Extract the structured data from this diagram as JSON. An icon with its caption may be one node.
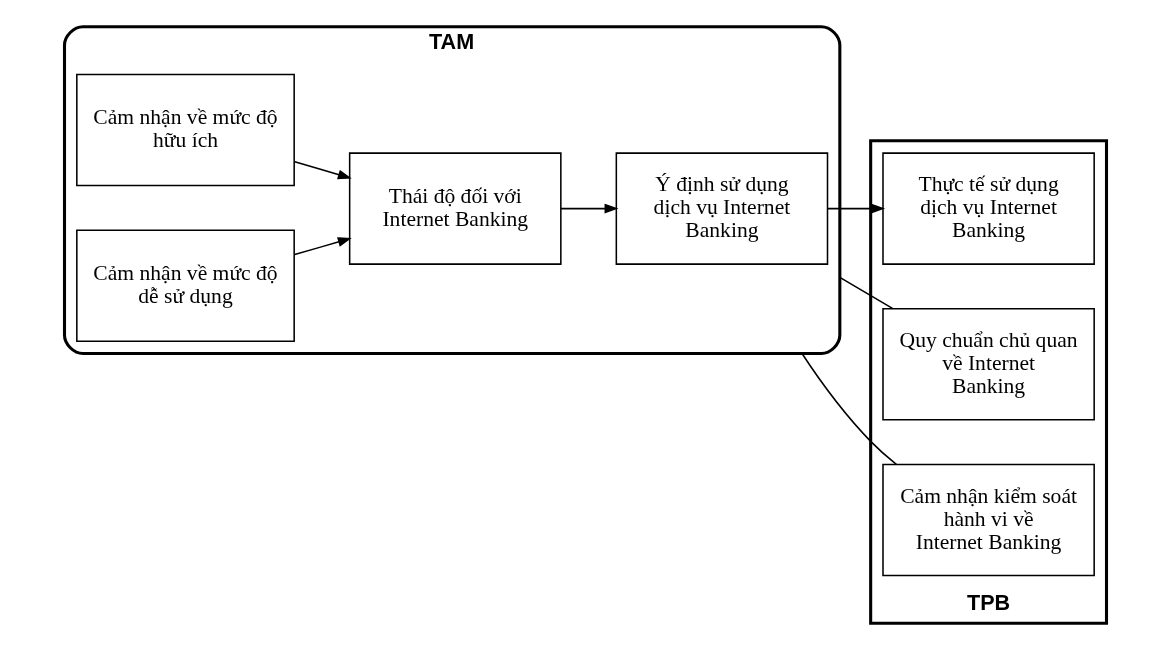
{
  "diagram": {
    "nodes": [
      {
        "text": [
          "TPB"
        ]
      },
      {
        "text": [
          "TAM"
        ]
      },
      {
        "text": [
          "Cảm nhận về mức độ hữu ích"
        ],
        "in": 1
      },
      {
        "text": [
          "Cảm nhận về mức độ dễ sử dụng"
        ],
        "in": 1
      },
      {
        "text": [
          "Thái độ đối với Internet Banking"
        ],
        "in": 1
      },
      {
        "text": [
          "Ý định sử dụng dịch vụ Internet Banking"
        ],
        "in": 1
      },
      {
        "text": [
          "Thực tế sử dụng dịch vụ Internet Banking"
        ],
        "in": 0
      },
      {
        "text": [
          "Quy chuẩn chủ quan về Internet Banking"
        ],
        "in": 0
      },
      {
        "text": [
          "Cảm nhận kiểm soát hành vi về Internet Banking"
        ],
        "in": 0
      }
    ],
    "edges": [
      {
        "from": 2,
        "to": 4,
        "arrow": "to"
      },
      {
        "from": 3,
        "to": 4,
        "arrow": "to"
      },
      {
        "from": 4,
        "to": 5,
        "arrow": "to"
      },
      {
        "from": 5,
        "to": 6,
        "arrow": "to"
      },
      {
        "from": 7,
        "to": 1,
        "arrow": "none"
      },
      {
        "from": 8,
        "to": 1,
        "arrow": "none"
      }
    ]
  }
}
